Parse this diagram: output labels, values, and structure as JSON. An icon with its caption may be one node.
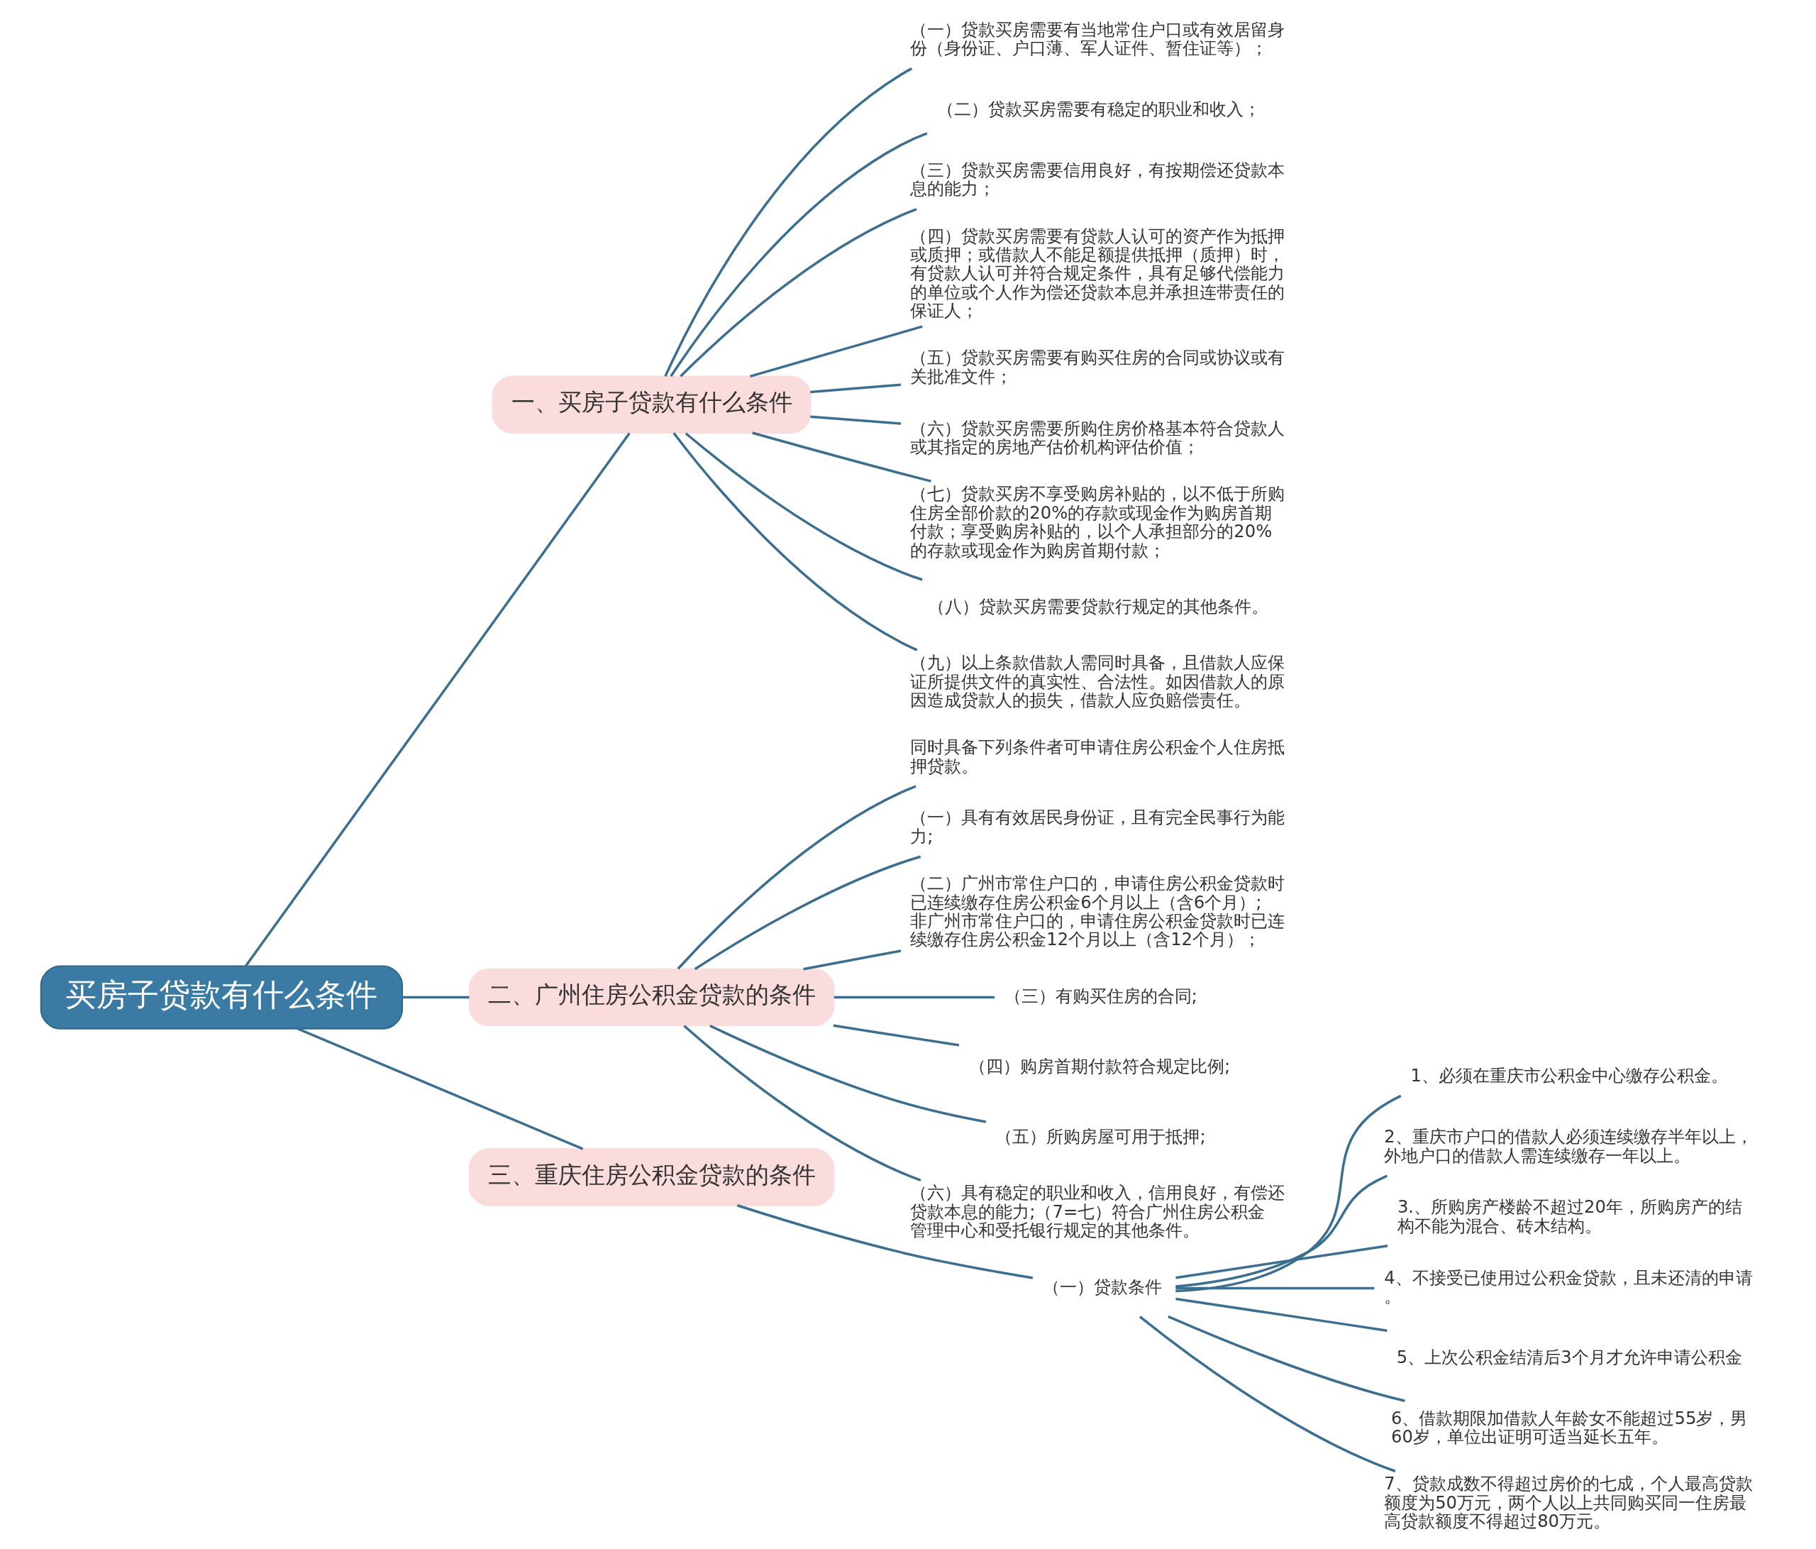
{
  "diagram": {
    "nodes": [
      {
        "text": [
          "买房子贷款有什么条件"
        ]
      },
      {
        "text": [
          "一、买房子贷款有什么条件"
        ]
      },
      {
        "text": [
          "（一）贷款买房需要有当地常住户口或有效居留身份（身份证、户口薄、军人证件、暂住证等）；"
        ]
      },
      {
        "text": [
          "（二）贷款买房需要有稳定的职业和收入；"
        ]
      },
      {
        "text": [
          "（三）贷款买房需要信用良好，有按期偿还贷款本息的能力；"
        ]
      },
      {
        "text": [
          "（四）贷款买房需要有贷款人认可的资产作为抵押或质押；或借款人不能足额提供抵押（质押）时，有贷款人认可并符合规定条件，具有足够代偿能力的单位或个人作为偿还贷款本息并承担连带责任的保证人；"
        ]
      },
      {
        "text": [
          "（五）贷款买房需要有购买住房的合同或协议或有关批准文件；"
        ]
      },
      {
        "text": [
          "（六）贷款买房需要所购住房价格基本符合贷款人或其指定的房地产估价机构评估价值；"
        ]
      },
      {
        "text": [
          "（七）贷款买房不享受购房补贴的，以不低于所购住房全部价款的20%的存款或现金作为购房首期付款；享受购房补贴的，以个人承担部分的20%的存款或现金作为购房首期付款；"
        ]
      },
      {
        "text": [
          "（八）贷款买房需要贷款行规定的其他条件。"
        ]
      },
      {
        "text": [
          "（九）以上条款借款人需同时具备，且借款人应保证所提供文件的真实性、合法性。如因借款人的原因造成贷款人的损失，借款人应负赔偿责任。"
        ]
      },
      {
        "text": [
          "二、广州住房公积金贷款的条件"
        ]
      },
      {
        "text": [
          "同时具备下列条件者可申请住房公积金个人住房抵押贷款。"
        ]
      },
      {
        "text": [
          "（一）具有有效居民身份证，且有完全民事行为能力;"
        ]
      },
      {
        "text": [
          "（二）广州市常住户口的，申请住房公积金贷款时已连续缴存住房公积金6个月以上（含6个月）;非广州市常住户口的，申请住房公积金贷款时已连续缴存住房公积金12个月以上（含12个月）；"
        ]
      },
      {
        "text": [
          "（三）有购买住房的合同;"
        ]
      },
      {
        "text": [
          "（四）购房首期付款符合规定比例;"
        ]
      },
      {
        "text": [
          "（五）所购房屋可用于抵押;"
        ]
      },
      {
        "text": [
          "（六）具有稳定的职业和收入，信用良好，有偿还贷款本息的能力;（7=七）符合广州住房公积金管理中心和受托银行规定的其他条件。"
        ]
      },
      {
        "text": [
          "三、重庆住房公积金贷款的条件"
        ]
      },
      {
        "text": [
          "（一）贷款条件"
        ]
      },
      {
        "text": [
          "1、必须在重庆市公积金中心缴存公积金。"
        ]
      },
      {
        "text": [
          "2、重庆市户口的借款人必须连续缴存半年以上，外地户口的借款人需连续缴存一年以上。"
        ]
      },
      {
        "text": [
          "3.、所购房产楼龄不超过20年，所购房产的结构不能为混合、砖木结构。"
        ]
      },
      {
        "text": [
          "4、不接受已使用过公积金贷款，且未还清的申请。"
        ]
      },
      {
        "text": [
          "5、上次公积金结清后3个月才允许申请公积金"
        ]
      },
      {
        "text": [
          "6、借款期限加借款人年龄女不能超过55岁，男60岁，单位出证明可适当延长五年。"
        ]
      },
      {
        "text": [
          "7、贷款成数不得超过房价的七成，个人最高贷款额度为50万元，两个人以上共同购买同一住房最高贷款额度不得超过80万元。"
        ]
      }
    ],
    "edges": [
      {
        "from": 0,
        "to": 1,
        "arrow": "none"
      },
      {
        "from": 1,
        "to": 2,
        "arrow": "none"
      },
      {
        "from": 1,
        "to": 3,
        "arrow": "none"
      },
      {
        "from": 1,
        "to": 4,
        "arrow": "none"
      },
      {
        "from": 1,
        "to": 5,
        "arrow": "none"
      },
      {
        "from": 1,
        "to": 6,
        "arrow": "none"
      },
      {
        "from": 1,
        "to": 7,
        "arrow": "none"
      },
      {
        "from": 1,
        "to": 8,
        "arrow": "none"
      },
      {
        "from": 1,
        "to": 9,
        "arrow": "none"
      },
      {
        "from": 1,
        "to": 10,
        "arrow": "none"
      },
      {
        "from": 0,
        "to": 11,
        "arrow": "none"
      },
      {
        "from": 11,
        "to": 12,
        "arrow": "none"
      },
      {
        "from": 11,
        "to": 13,
        "arrow": "none"
      },
      {
        "from": 11,
        "to": 14,
        "arrow": "none"
      },
      {
        "from": 11,
        "to": 15,
        "arrow": "none"
      },
      {
        "from": 11,
        "to": 16,
        "arrow": "none"
      },
      {
        "from": 11,
        "to": 17,
        "arrow": "none"
      },
      {
        "from": 11,
        "to": 18,
        "arrow": "none"
      },
      {
        "from": 0,
        "to": 19,
        "arrow": "none"
      },
      {
        "from": 19,
        "to": 20,
        "arrow": "none"
      },
      {
        "from": 20,
        "to": 21,
        "arrow": "none"
      },
      {
        "from": 20,
        "to": 22,
        "arrow": "none"
      },
      {
        "from": 20,
        "to": 23,
        "arrow": "none"
      },
      {
        "from": 20,
        "to": 24,
        "arrow": "none"
      },
      {
        "from": 20,
        "to": 25,
        "arrow": "none"
      },
      {
        "from": 20,
        "to": 26,
        "arrow": "none"
      },
      {
        "from": 20,
        "to": 27,
        "arrow": "none"
      }
    ]
  }
}
